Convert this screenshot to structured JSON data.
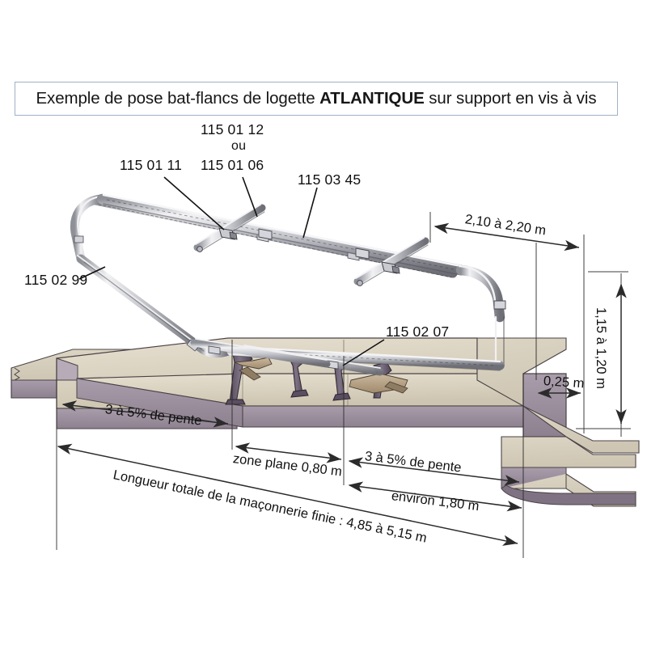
{
  "title": {
    "prefix": "Exemple de pose bat-flancs de logette ",
    "brand": "ATLANTIQUE",
    "suffix": " sur support en vis à vis"
  },
  "references": {
    "top_center_a": "115 01 12",
    "top_center_or": "ou",
    "top_center_b": "115 01 06",
    "top_left": "115 01 11",
    "top_right": "115 03 45",
    "left_post": "115 02 99",
    "foot_bracket": "115 02 07"
  },
  "dimensions": {
    "width_top": "2,10 à 2,20 m",
    "height_right": "1,15 à 1,20 m",
    "gutter": "0,25 m",
    "slope_left": "3 à 5% de pente",
    "slope_right": "3 à 5% de pente",
    "flat_zone": "zone plane 0,80 m",
    "right_span": "environ 1,80 m",
    "total_length": "Longueur totale de la maçonnerie finie : 4,85 à 5,15 m"
  },
  "colors": {
    "border": "#9fb0c4",
    "concrete_top": "#d8cfbd",
    "concrete_top_light": "#e4ddcd",
    "concrete_side": "#9b8f9e",
    "concrete_edge": "#6f6470",
    "metal_light": "#e9e9ec",
    "metal_mid": "#b9bac0",
    "metal_dark": "#7d7e86",
    "bracket": "#6b5f72",
    "wood": "#b7a286",
    "line": "#1a1a1a"
  }
}
